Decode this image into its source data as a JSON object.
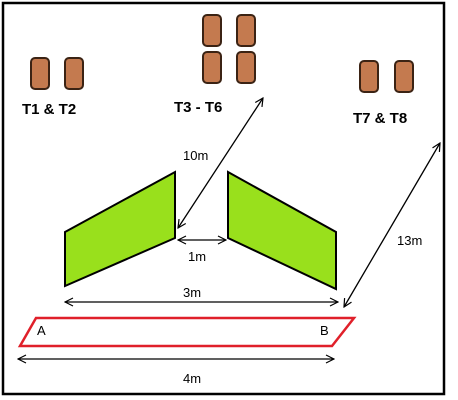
{
  "groups": {
    "t1_t2": "T1 & T2",
    "t3_t6": "T3 - T6",
    "t7_t8": "T7 & T8"
  },
  "dimensions": {
    "d10m": "10m",
    "d13m": "13m",
    "d1m": "1m",
    "d3m": "3m",
    "d4m": "4m"
  },
  "points": {
    "a": "A",
    "b": "B"
  },
  "colors": {
    "target_fill": "#c47a4f",
    "target_stroke": "#3b2314",
    "panel_fill": "#99e01c",
    "strip_stroke": "#e0202a",
    "border": "#000000"
  }
}
